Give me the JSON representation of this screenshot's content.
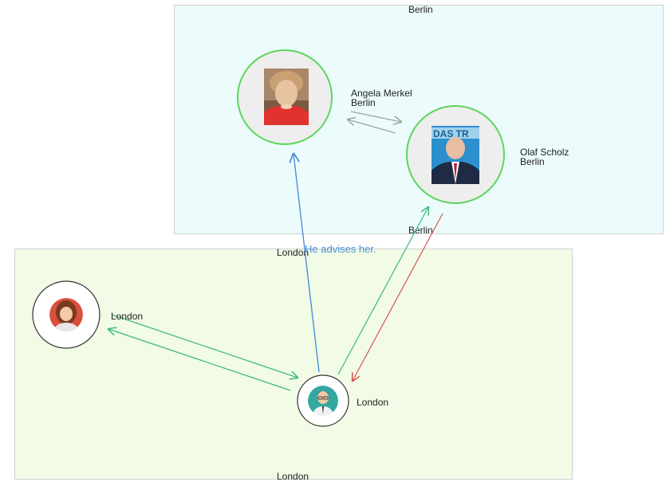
{
  "groups": {
    "berlin": {
      "label": "Berlin",
      "bottom_label": "Berlin",
      "fill": "#ecfcfc"
    },
    "london": {
      "label": "London",
      "bottom_label": "London",
      "fill": "#f1fbe6"
    }
  },
  "nodes": {
    "merkel": {
      "name": "Angela Merkel",
      "city": "Berlin",
      "image": "portrait-photo",
      "ring_color": "#5cd65c"
    },
    "scholz": {
      "name": "Olaf Scholz",
      "city": "Berlin",
      "image": "portrait-photo",
      "ring_color": "#5cd65c"
    },
    "woman": {
      "city": "London",
      "image": "woman-avatar-icon",
      "ring_color": "#333333"
    },
    "man": {
      "city": "London",
      "image": "man-avatar-icon",
      "ring_color": "#333333"
    }
  },
  "edges": {
    "advises": {
      "label": "He advises her.",
      "color": "#4a90d9"
    },
    "colors": {
      "green": "#3cb878",
      "red": "#d9534f",
      "gray": "#9aa5a5",
      "blue": "#4a90d9"
    }
  }
}
